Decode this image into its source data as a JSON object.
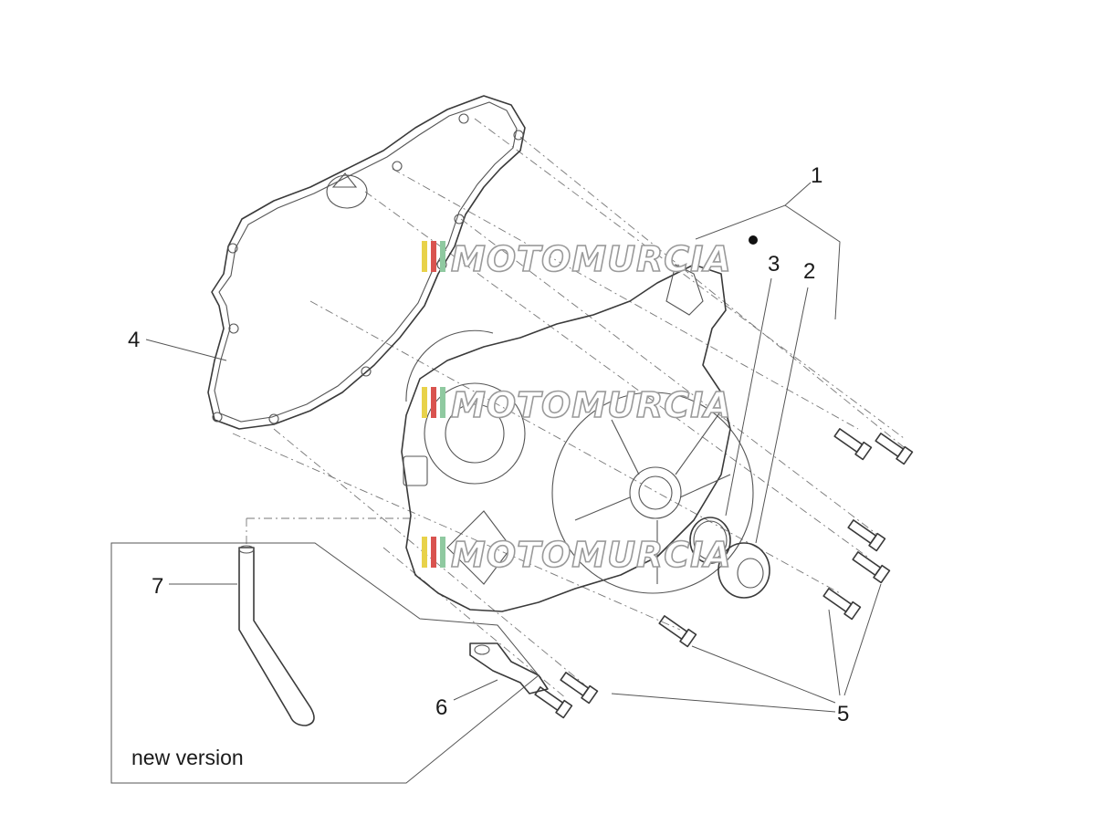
{
  "callouts": {
    "c1": "1",
    "c2": "2",
    "c3": "3",
    "c4": "4",
    "c5": "5",
    "c6": "6",
    "c7": "7"
  },
  "caption": "new version",
  "watermark": "MOTOMURCIA",
  "colors": {
    "line": "#3a3a3a",
    "watermark_stripe_yellow": "#e8d24a",
    "watermark_stripe_red": "#d9534f",
    "watermark_stripe_green": "#8fc9a0"
  }
}
